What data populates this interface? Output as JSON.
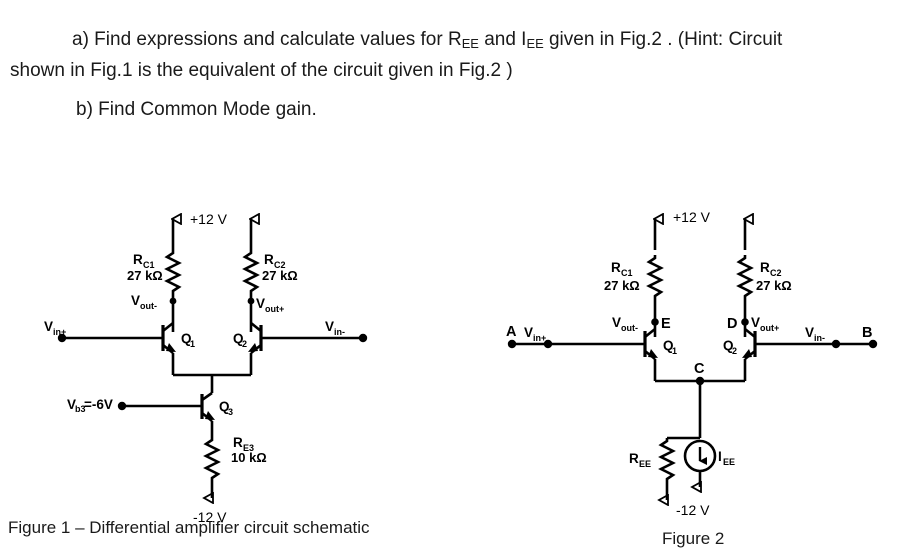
{
  "questions": {
    "a_part1": "a) Find expressions and calculate values for R",
    "a_sub1": "EE",
    "a_mid1": " and I",
    "a_sub2": "EE",
    "a_mid2": " given in Fig.2  . (Hint: Circuit",
    "a_line2": "shown in Fig.1   is the equivalent of the circuit given in Fig.2 )",
    "b_line": "b) Find Common Mode gain."
  },
  "figure1": {
    "caption": "Figure 1   – Differential amplifier circuit schematic",
    "supply_top": "+12 V",
    "supply_bottom": "-12 V",
    "rc1_name": "R",
    "rc1_sub": "C1",
    "rc1_value": "27 kΩ",
    "rc2_name": "R",
    "rc2_sub": "C2",
    "rc2_value": "27 kΩ",
    "re3_name": "R",
    "re3_sub": "E3",
    "re3_value": "10 kΩ",
    "vout_minus": "V",
    "vout_minus_sub": "out-",
    "vout_plus": "V",
    "vout_plus_sub": "out+",
    "vin_plus": "V",
    "vin_plus_sub": "in+",
    "vin_minus": "V",
    "vin_minus_sub": "in-",
    "q1": "Q",
    "q1_sub": "1",
    "q2": "Q",
    "q2_sub": "2",
    "q3": "Q",
    "q3_sub": "3",
    "vb3": "V",
    "vb3_sub": "b3",
    "vb3_value": "=-6V"
  },
  "figure2": {
    "caption": "Figure 2",
    "supply_top": "+12 V",
    "supply_bottom": "-12 V",
    "rc1_name": "R",
    "rc1_sub": "C1",
    "rc1_value": "27 kΩ",
    "rc2_name": "R",
    "rc2_sub": "C2",
    "rc2_value": "27 kΩ",
    "ree_name": "R",
    "ree_sub": "EE",
    "iee_name": "I",
    "iee_sub": "EE",
    "vout_minus": "V",
    "vout_minus_sub": "out-",
    "vout_plus": "V",
    "vout_plus_sub": "out+",
    "vin_plus": "V",
    "vin_plus_sub": "in+",
    "vin_minus": "V",
    "vin_minus_sub": "in-",
    "q1": "Q",
    "q1_sub": "1",
    "q2": "Q",
    "q2_sub": "2",
    "node_a": "A",
    "node_b": "B",
    "node_c": "C",
    "node_d": "D",
    "node_e": "E"
  },
  "colors": {
    "ink": "#000000",
    "text": "#1a1a1a",
    "background": "#ffffff"
  }
}
